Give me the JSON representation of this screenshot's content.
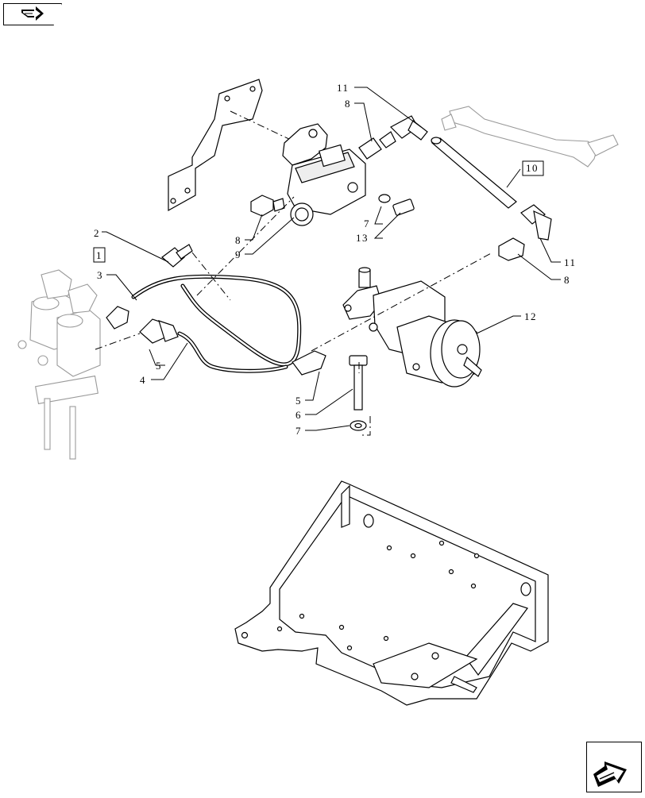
{
  "callouts": {
    "c1": "1",
    "c2": "2",
    "c3": "3",
    "c4": "4",
    "c5a": "5",
    "c5b": "5",
    "c6": "6",
    "c7a": "7",
    "c7b": "7",
    "c8a": "8",
    "c8b": "8",
    "c8c": "8",
    "c9": "9",
    "c10": "10",
    "c11a": "11",
    "c11b": "11",
    "c12": "12",
    "c13": "13"
  },
  "icons": {
    "back": "back-arrow-icon",
    "next": "next-arrow-icon"
  }
}
